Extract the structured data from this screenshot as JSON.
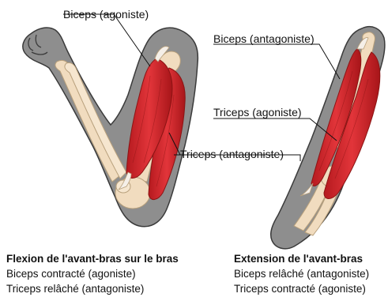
{
  "colors": {
    "skin": "#8e8e8e",
    "skin_outline": "#3a3a3a",
    "bone": "#f1dcbf",
    "bone_outline": "#b8a07c",
    "muscle": "#d8262b",
    "muscle_dark": "#8b1414",
    "tendon": "#f5efe8"
  },
  "left_figure": {
    "label_biceps": "Biceps (agoniste)",
    "label_triceps": "Triceps (antagoniste)",
    "caption_title": "Flexion de l'avant-bras sur le bras",
    "caption_line1": "Biceps contracté (agoniste)",
    "caption_line2": "Triceps relâché (antagoniste)"
  },
  "right_figure": {
    "label_biceps": "Biceps (antagoniste)",
    "label_triceps": "Triceps (agoniste)",
    "caption_title": "Extension de l'avant-bras",
    "caption_line1": "Biceps relâché (antagoniste)",
    "caption_line2": "Triceps contracté (agoniste)"
  }
}
